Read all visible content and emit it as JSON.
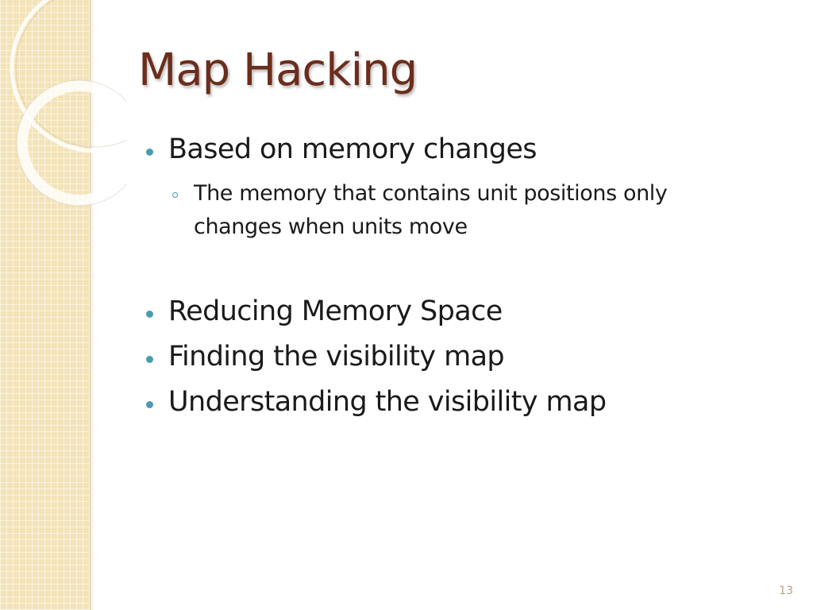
{
  "slide": {
    "title": "Map Hacking",
    "bullets": [
      {
        "text": "Based on memory changes",
        "sub": [
          {
            "line1": "The memory that contains unit positions only",
            "line2": "changes when units move"
          }
        ]
      },
      {
        "text": "Reducing Memory Space"
      },
      {
        "text": "Finding the visibility map"
      },
      {
        "text": "Understanding the visibility map"
      }
    ],
    "page_number": "13"
  },
  "theme": {
    "title_color": "#6b2d1c",
    "bullet_color": "#4a9bb0",
    "band_color": "#f3e3b8"
  }
}
